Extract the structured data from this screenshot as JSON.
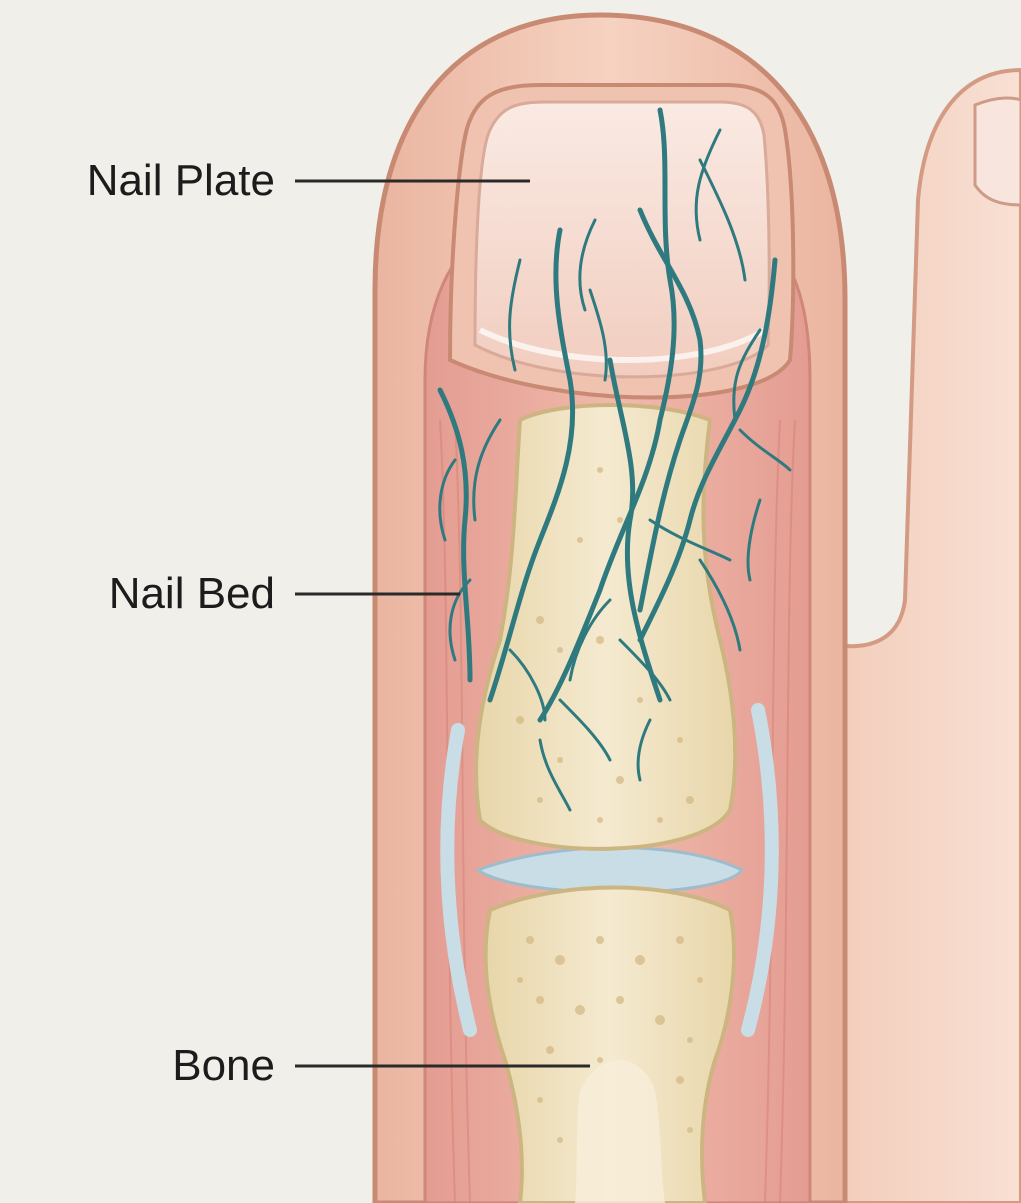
{
  "labels": {
    "nail_plate": "Nail Plate",
    "nail_bed": "Nail Bed",
    "bone": "Bone"
  },
  "colors": {
    "background": "#f1efea",
    "skin": "#f2c7b3",
    "skin_outline": "#c98a73",
    "tissue": "#e8a39a",
    "nail": "#f6ddd3",
    "bone": "#efe1bc",
    "bone_pores": "#d7bf8c",
    "cartilage": "#c9dde6",
    "vessels": "#2f7a7f"
  }
}
